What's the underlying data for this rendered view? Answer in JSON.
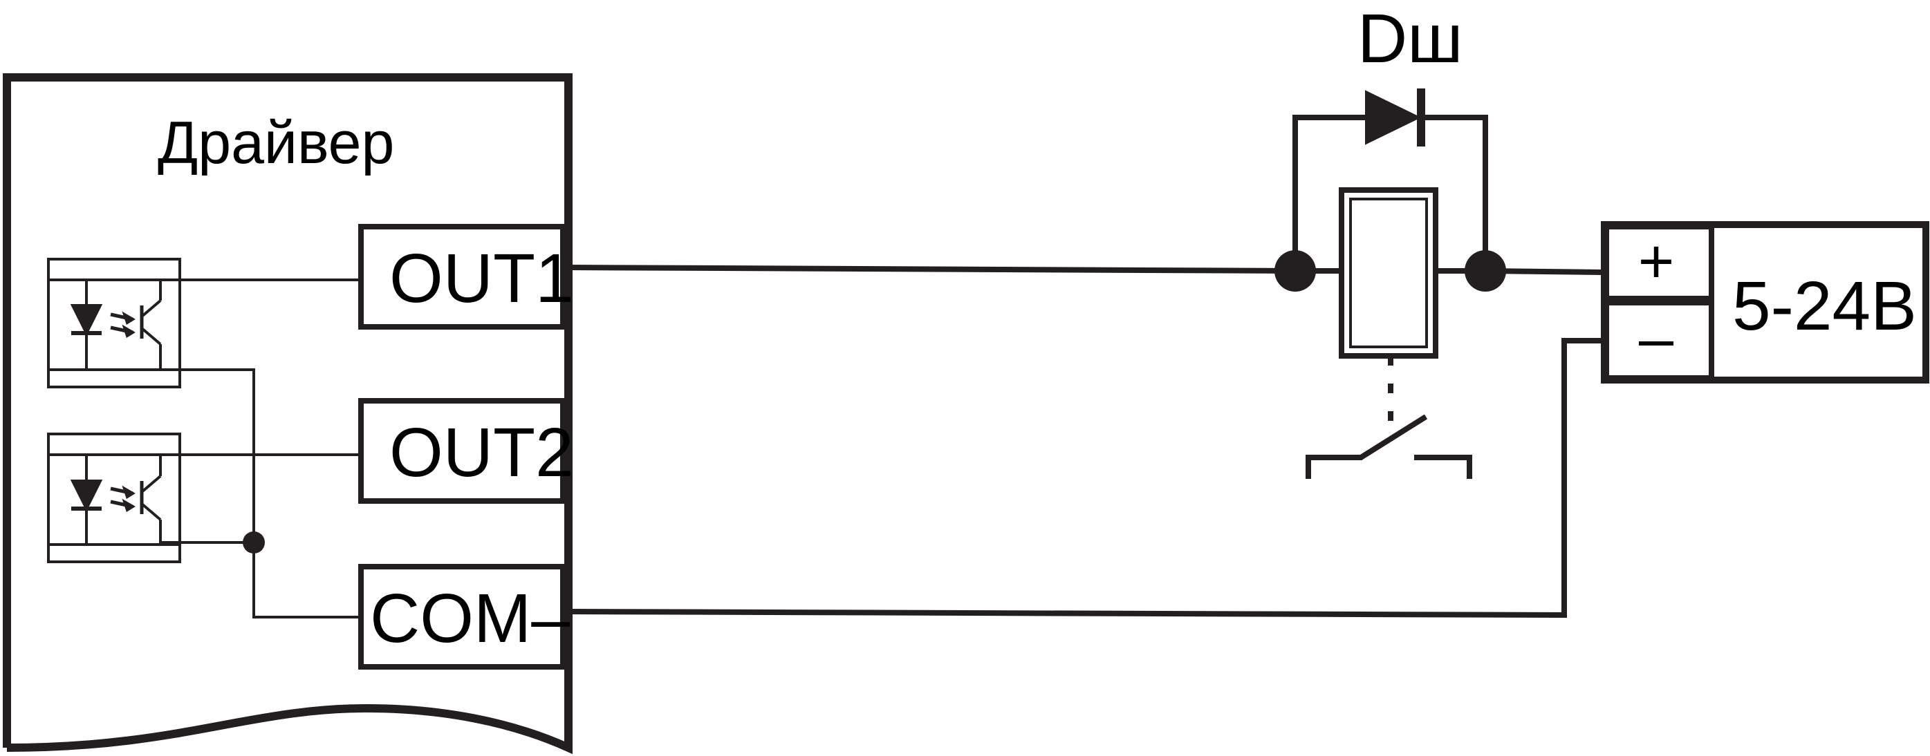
{
  "driver": {
    "title": "Драйвер"
  },
  "terminals": {
    "out1": "OUT1",
    "out2": "OUT2",
    "com": "COM–"
  },
  "diode": {
    "label": "Dш"
  },
  "supply": {
    "plus": "+",
    "minus": "–",
    "voltage": "5-24В"
  },
  "colors": {
    "line": "#231f20",
    "text": "#000000",
    "background": "#ffffff"
  }
}
